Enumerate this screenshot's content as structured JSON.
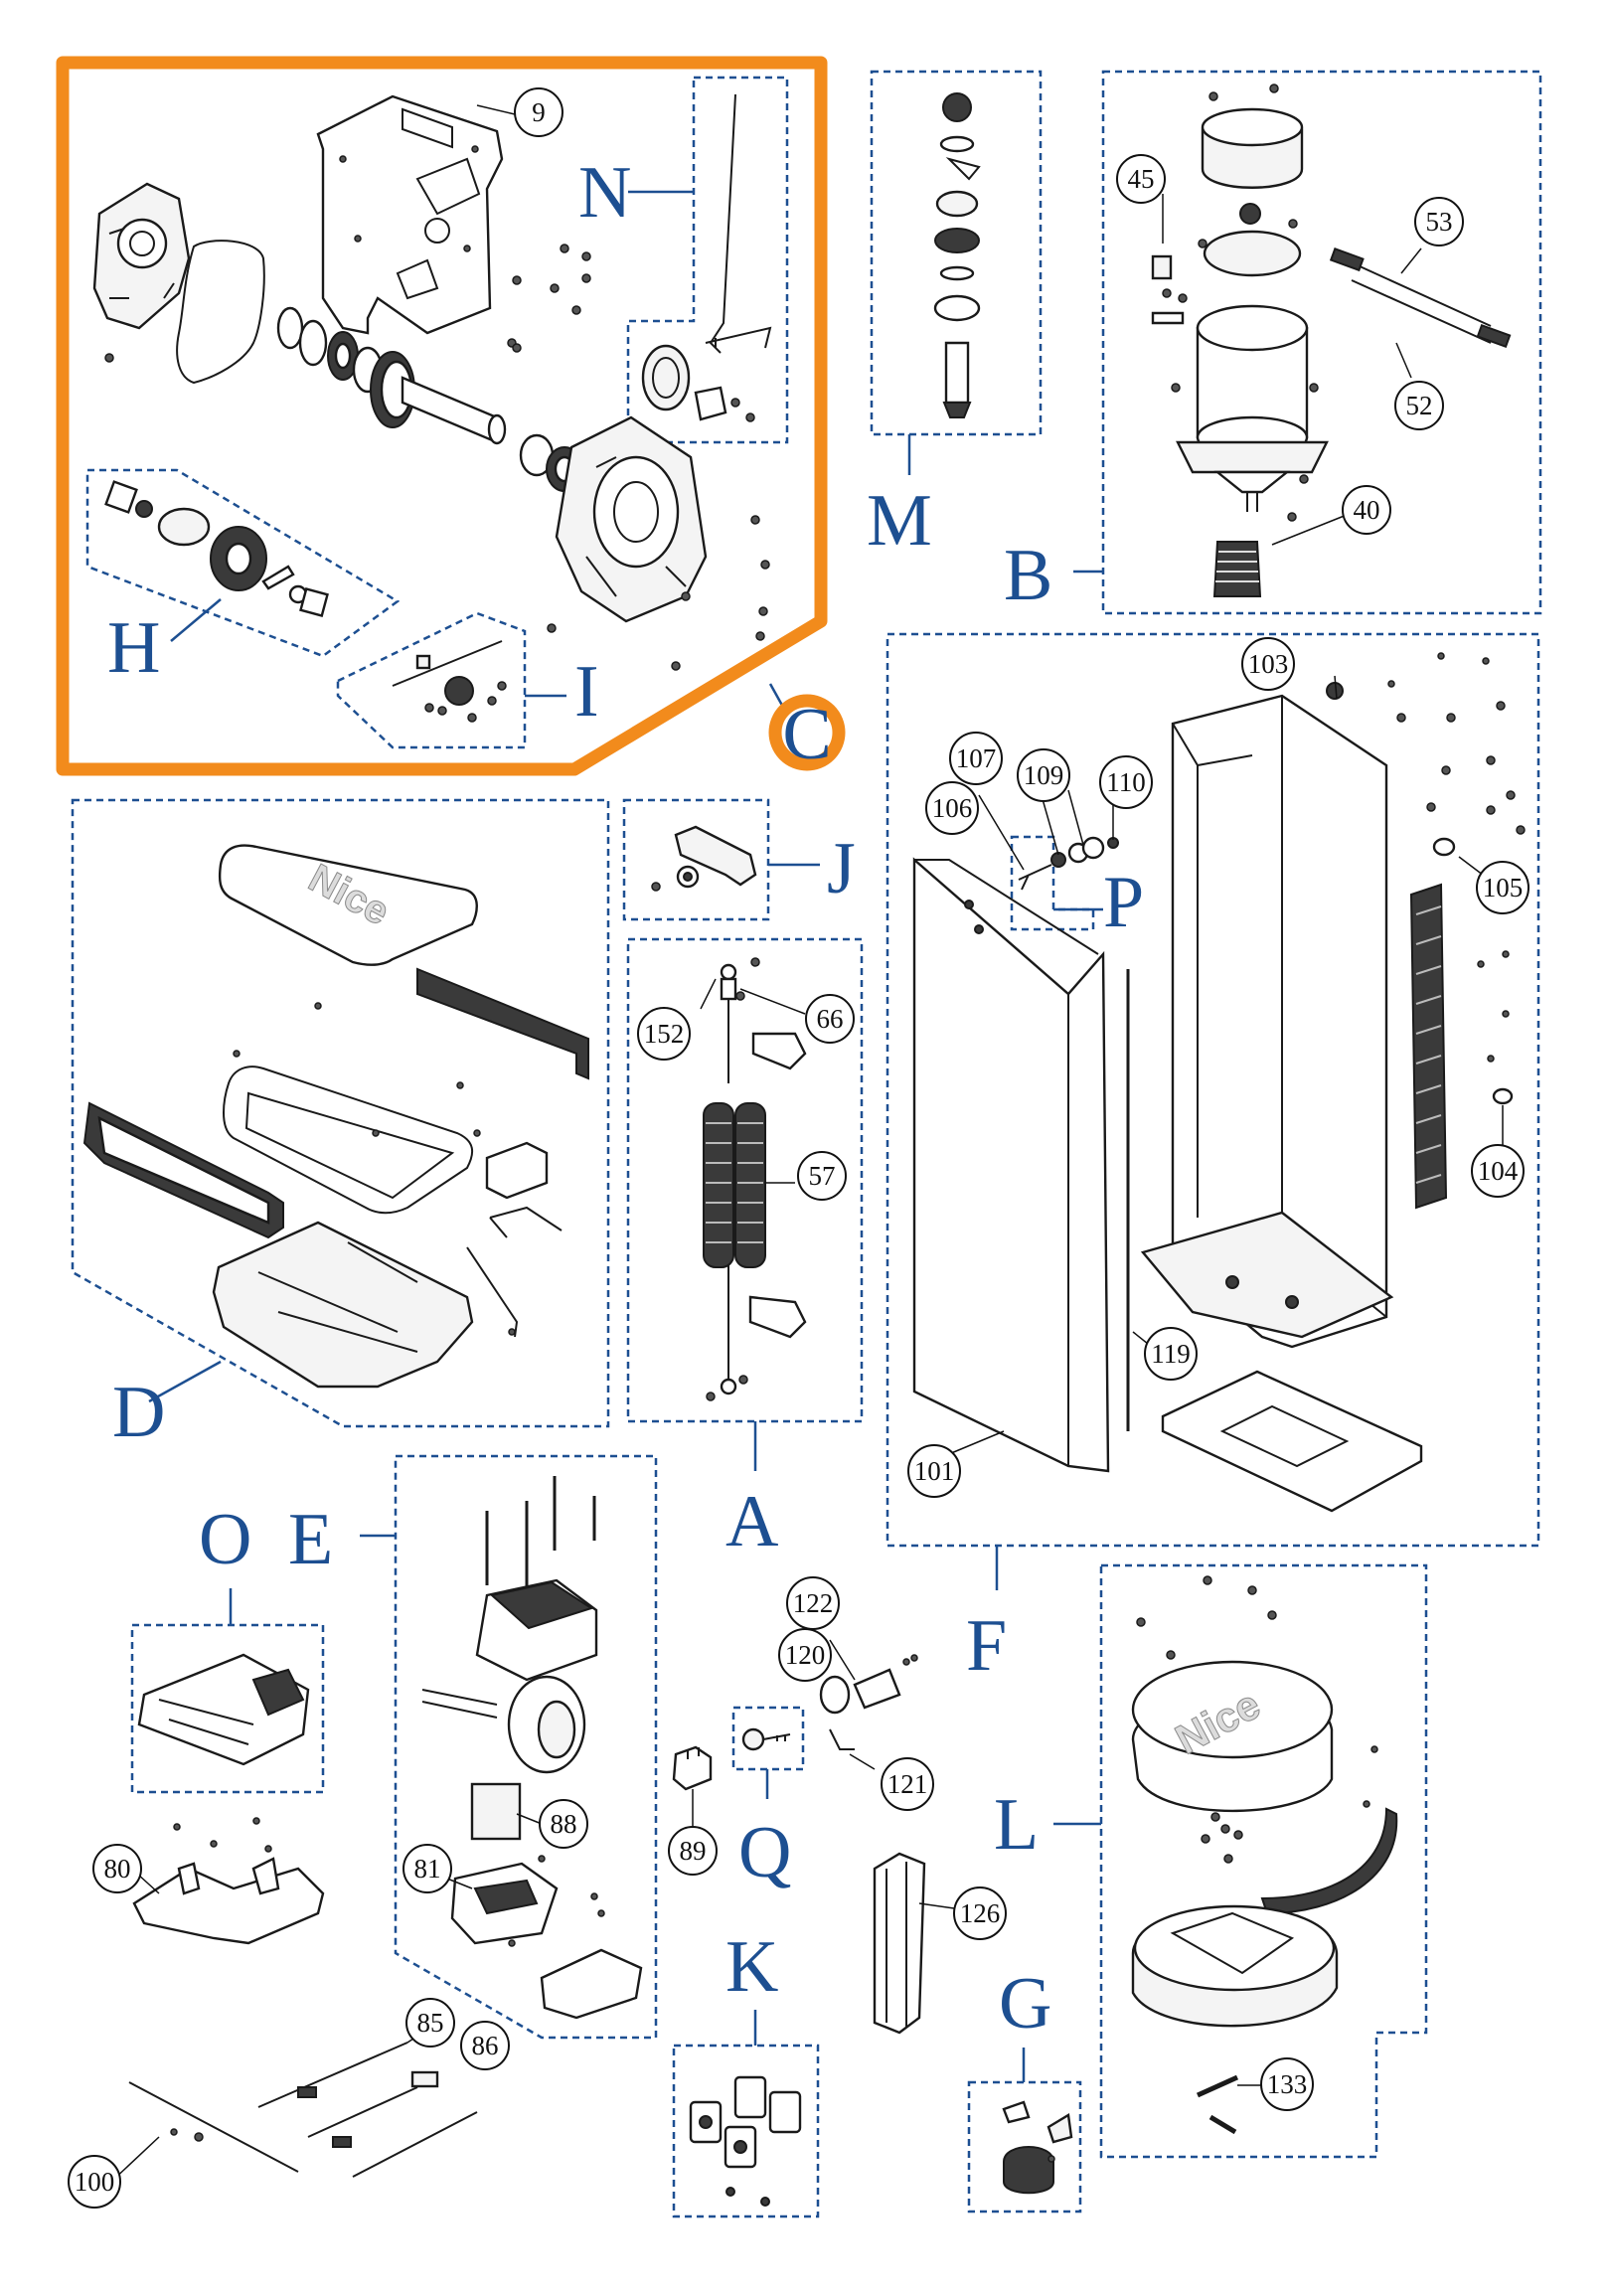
{
  "highlight": {
    "letter": "C",
    "color": "#f28b1c"
  },
  "accent_color": "#1d4f91",
  "groups": {
    "N": "N",
    "H": "H",
    "I": "I",
    "M": "M",
    "B": "B",
    "D": "D",
    "J": "J",
    "P": "P",
    "A": "A",
    "O": "O",
    "E": "E",
    "F": "F",
    "L": "L",
    "Q": "Q",
    "K": "K",
    "G": "G"
  },
  "parts": {
    "p9": "9",
    "p45": "45",
    "p53": "53",
    "p52": "52",
    "p40": "40",
    "p103": "103",
    "p107": "107",
    "p109": "109",
    "p110": "110",
    "p106": "106",
    "p105": "105",
    "p104": "104",
    "p152": "152",
    "p66": "66",
    "p57": "57",
    "p119": "119",
    "p101": "101",
    "p88": "88",
    "p81": "81",
    "p80": "80",
    "p85": "85",
    "p86": "86",
    "p100": "100",
    "p122": "122",
    "p120": "120",
    "p121": "121",
    "p89": "89",
    "p126": "126",
    "p133": "133"
  },
  "brand_marks": {
    "cover": "Nice",
    "cap": "Nice"
  },
  "icons": [
    "gear-icon",
    "screw-icon",
    "spring-icon",
    "motor-icon",
    "key-icon",
    "cable-icon"
  ]
}
